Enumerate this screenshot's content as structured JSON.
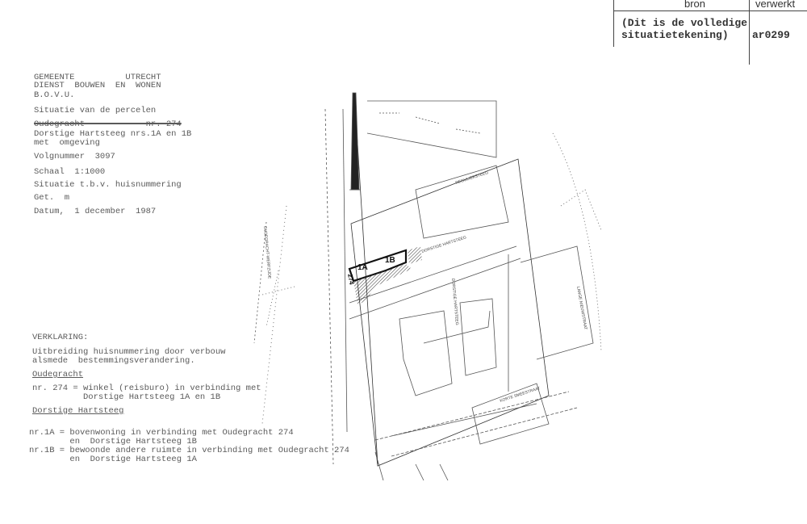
{
  "header_table": {
    "col_bron": "bron",
    "col_verwerkt": "verwerkt",
    "bron_value_line1": "(Dit is de volledige",
    "bron_value_line2": "situatietekening)",
    "verwerkt_value": "ar0299"
  },
  "title_block": {
    "line1": "GEMEENTE          UTRECHT",
    "line2": "DIENST  BOUWEN  EN  WONEN",
    "line3": "B.O.V.U.",
    "situatie": "Situatie van de percelen",
    "struck": "Oudegracht            nr. 274",
    "address": "Dorstige Hartsteeg nrs.1A en 1B",
    "met": "met  omgeving",
    "volgnummer": "Volgnummer  3097",
    "schaal": "Schaal  1:1000",
    "doel": "Situatie t.b.v. huisnummering",
    "get": "Get.  m",
    "datum": "Datum,  1 december  1987"
  },
  "legend": {
    "heading": "VERKLARING:",
    "desc1": "Uitbreiding huisnummering door verbouw",
    "desc2": "alsmede  bestemmingsverandering.",
    "street1": "Oudegracht",
    "nr274_line1": "nr. 274 = winkel (reisburo) in verbinding met",
    "nr274_line2": "          Dorstige Hartsteeg 1A en 1B",
    "street2": "Dorstige Hartsteeg",
    "nr1a_line1": "nr.1A = bovenwoning in verbinding met Oudegracht 274",
    "nr1a_line2": "        en  Dorstige Hartsteeg 1B",
    "nr1b_line1": "nr.1B = bewoonde andere ruimte in verbinding met Oudegracht 274",
    "nr1b_line2": "        en  Dorstige Hartsteeg 1A"
  },
  "map": {
    "label_1a": "1A",
    "label_1b": "1B",
    "label_274": "274",
    "streets": [
      "REGULIERSTEEG",
      "DORSTIGE HARTSTEEG",
      "DORSTIGE HARTSTEEG",
      "LANGE NIEUWSTRAAT",
      "KORTE SMEESTRAAT",
      "OUDEGRACHT-WERFZIJDE"
    ]
  }
}
